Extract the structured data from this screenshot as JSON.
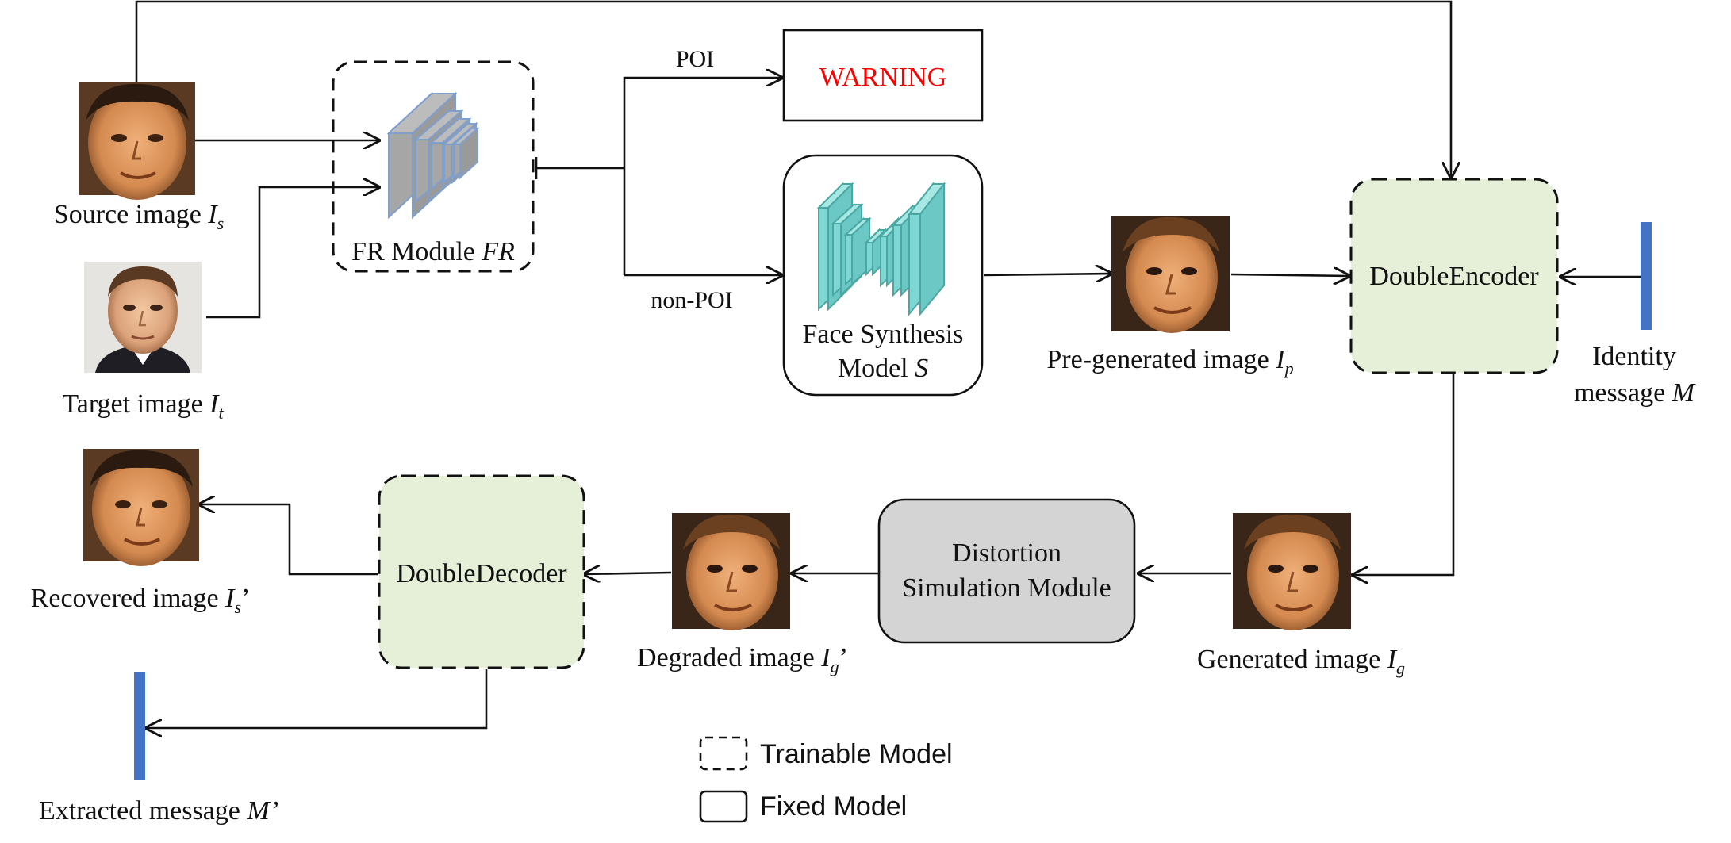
{
  "labels": {
    "source": {
      "text": "Source image ",
      "var": "I",
      "sub": "s",
      "suffix": ""
    },
    "target": {
      "text": "Target image ",
      "var": "I",
      "sub": "t",
      "suffix": ""
    },
    "fr": {
      "text": "FR Module ",
      "var": "FR"
    },
    "poi": "POI",
    "non_poi": "non-POI",
    "warning": "WARNING",
    "face_synth_line1": "Face Synthesis",
    "face_synth_line2": "Model ",
    "face_synth_var": "S",
    "pregen": {
      "text": "Pre-generated image ",
      "var": "I",
      "sub": "p",
      "suffix": ""
    },
    "double_encoder": "DoubleEncoder",
    "identity_line1": "Identity",
    "identity_line2": "message ",
    "identity_var": "M",
    "recovered": {
      "text": "Recovered image ",
      "var": "I",
      "sub": "s",
      "suffix": "’"
    },
    "double_decoder": "DoubleDecoder",
    "degraded": {
      "text": "Degraded image ",
      "var": "I",
      "sub": "g",
      "suffix": "’"
    },
    "distortion_line1": "Distortion",
    "distortion_line2": "Simulation Module",
    "generated": {
      "text": "Generated image ",
      "var": "I",
      "sub": "g",
      "suffix": ""
    },
    "extracted": {
      "text": "Extracted message ",
      "var": "M’"
    }
  },
  "legend": {
    "trainable": "Trainable Model",
    "fixed": "Fixed Model"
  },
  "colors": {
    "warning_text": "#ff0000",
    "trainable_fill": "#e6f0d8",
    "distortion_fill": "#d4d4d4",
    "message_bar": "#4472c4",
    "fr_block": "#a6a6a6",
    "fr_block_edge": "#7f9fcf",
    "synth_block": "#7fd7d3",
    "synth_block_edge": "#4aa8a4",
    "face_skin_a": "#d89a62",
    "face_skin_b": "#e8b58a",
    "face_bg_a": "#5a3a22",
    "face_bg_b": "#7a4a2a"
  },
  "icons": {
    "fr_network": "stacked-cnn-blocks-icon",
    "synth_network": "encoder-decoder-unet-icon",
    "face": "face-photo-icon",
    "message": "message-bar-icon"
  }
}
